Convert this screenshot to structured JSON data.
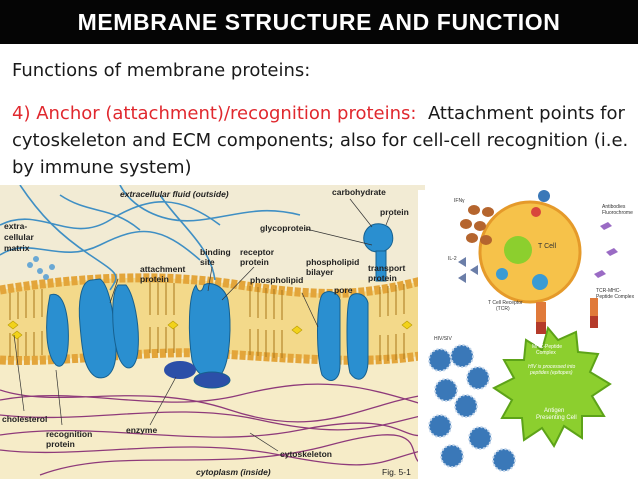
{
  "slide": {
    "title": "MEMBRANE STRUCTURE AND FUNCTION",
    "subtitle": "Functions of membrane proteins:",
    "point_heading": "4) Anchor (attachment)/recognition proteins:",
    "point_body": "Attachment points for cytoskeleton and ECM components;  also for cell-cell recognition (i.e. by immune system)"
  },
  "membrane_figure": {
    "labels": {
      "extracellular_fluid": "extracellular fluid (outside)",
      "carbohydrate": "carbohydrate",
      "protein": "protein",
      "extracellular_matrix": "extra-\ncellular\nmatrix",
      "glycoprotein": "glycoprotein",
      "binding_site": "binding\nsite",
      "receptor_protein": "receptor\nprotein",
      "phospholipid_bilayer": "phospholipid\nbilayer",
      "attachment_protein": "attachment\nprotein",
      "phospholipid": "phospholipid",
      "transport_protein": "transport\nprotein",
      "pore": "pore",
      "cholesterol": "cholesterol",
      "recognition_protein": "recognition\nprotein",
      "enzyme": "enzyme",
      "cytoskeleton": "cytoskeleton",
      "cytoplasm": "cytoplasm (inside)",
      "figure_number": "Fig. 5-1"
    },
    "colors": {
      "background": "#f6ecc8",
      "protein": "#2a8fd0",
      "lipid_head": "#e3a53a",
      "fiber": "#8e3a7a",
      "cholesterol": "#f2d21a"
    }
  },
  "immune_figure": {
    "labels": {
      "ifn": "IFNγ",
      "il2": "IL-2",
      "t_cell": "T Cell",
      "antibodies": "Antibodies\nFluorochrome",
      "t_cell_receptor": "T Cell Receptor\n(TCR)",
      "tcr_mhc": "TCR-MHC-\nPeptide Complex",
      "hiv_siv": "HIV/SIV",
      "mhc_peptide": "MHC-Peptide\nComplex",
      "hiv_processed": "HIV is processed into\npeptides (epitopes)",
      "apc": "Antigen\nPresenting Cell"
    },
    "colors": {
      "t_cell": "#f6c24a",
      "apc": "#8ccf2e",
      "virus": "#3a78b8",
      "cytokine": "#b5652e"
    }
  }
}
